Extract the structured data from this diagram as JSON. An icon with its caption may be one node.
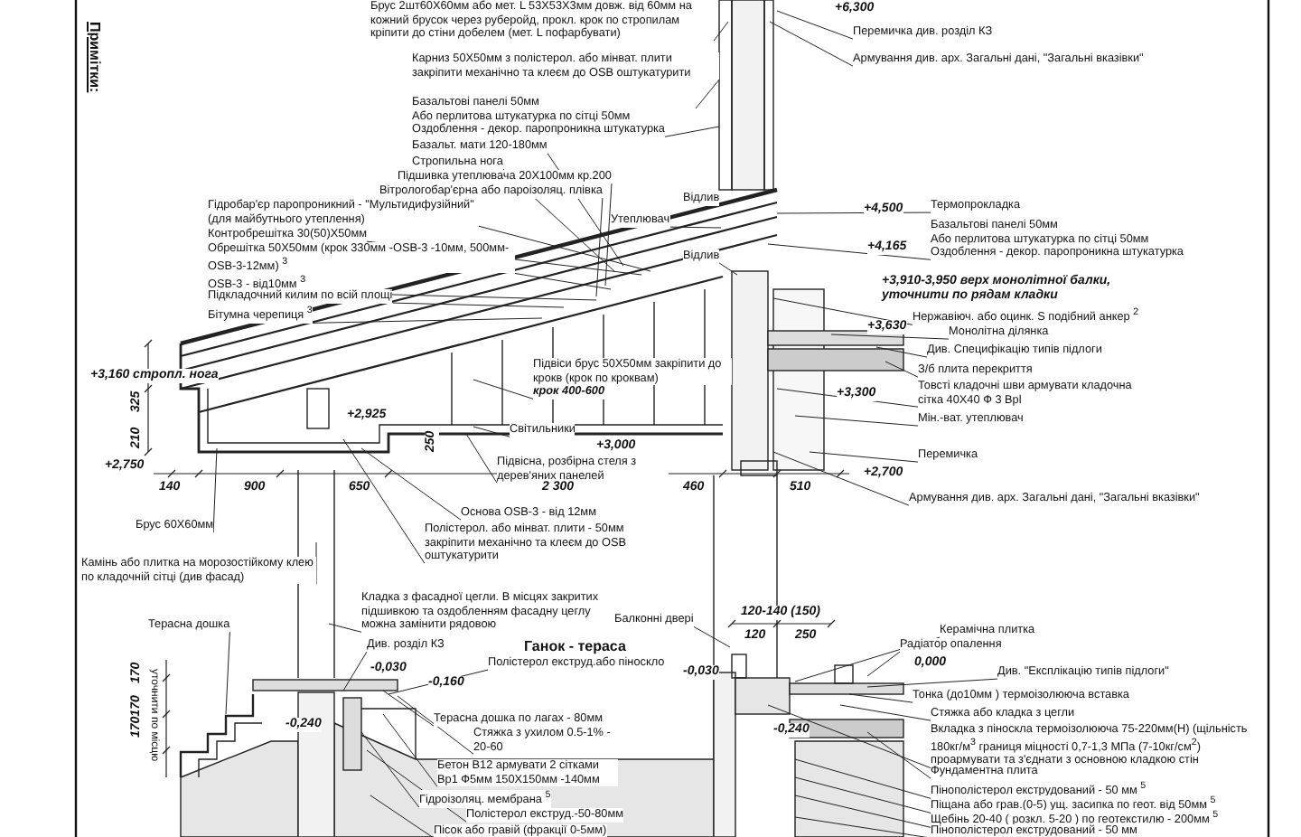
{
  "diagram": {
    "nodes": [
      {
        "text": [
          "Брус 2шт60Х60мм або мет. L 53Х53Х3мм довж. від 60мм на кожний брусок через руберойд, прокл. крок по стропилам кріпити до стіни добелем (мет. L пофарбувати)"
        ]
      },
      {
        "text": [
          "Карниз 50Х50мм з полістерол. або мінват. плити закріпити механічно та клеєм до OSB оштукатурити"
        ]
      },
      {
        "text": [
          "Базальтові панелі 50мм",
          "Або перлитова штукатурка по сітці 50мм",
          "Оздоблення - декор. паропроникна штукатурка"
        ]
      },
      {
        "text": [
          "Базальт. мати 120-180мм"
        ]
      },
      {
        "text": [
          "Стропильна нога"
        ]
      },
      {
        "text": [
          "Підшивка утеплювача 20Х100мм кр.200"
        ]
      },
      {
        "text": [
          "Вітрологобар'єрна або пароізоляц. плівка"
        ]
      },
      {
        "text": [
          "Гідробар'єр паропроникний - \"Мультидифузійний\" (для майбутнього утеплення)"
        ]
      },
      {
        "text": [
          "Контробрешітка 30(50)Х50мм"
        ]
      },
      {
        "text": [
          "Обрешітка 50Х50мм (крок 330мм -OSB-3 -10мм, 500мм-OSB-3-12мм) $^{3}$"
        ]
      },
      {
        "text": [
          "OSB-3 - від10мм $^{3}$"
        ]
      },
      {
        "text": [
          "Підкладочний килим по всій площі"
        ]
      },
      {
        "text": [
          "Бітумна черепиця $^{3}$"
        ]
      },
      {
        "text": [
          "Підвіси брус 50Х50мм закріпити до крокв (крок по кроквам)",
          "крок 400-600"
        ]
      },
      {
        "text": [
          "Світильники"
        ]
      },
      {
        "text": [
          "Підвісна, розбірна стеля з дерев'яних панелей"
        ]
      },
      {
        "text": [
          "Основа OSB-3 - від 12мм"
        ]
      },
      {
        "text": [
          "Полістерол. або мінват. плити - 50мм закріпити механічно та клеєм до OSB оштукатурити"
        ]
      },
      {
        "text": [
          "Брус 60Х60мм"
        ]
      },
      {
        "text": [
          "Перемичка див. розділ КЗ"
        ]
      },
      {
        "text": [
          "Армування див. арх. Загальні дані, \"Загальні вказівки\""
        ]
      },
      {
        "text": [
          "Відлив"
        ]
      },
      {
        "text": [
          "Утеплювач"
        ]
      },
      {
        "text": [
          "Відлив"
        ]
      },
      {
        "text": [
          "Термопрокладка"
        ]
      },
      {
        "text": [
          "Базальтові панелі 50мм",
          "Або перлитова штукатурка по сітці 50мм",
          "Оздоблення - декор. паропроникна штукатурка"
        ]
      },
      {
        "text": [
          "Нержавіюч. або оцинк. S подібний анкер $^{2}$"
        ]
      },
      {
        "text": [
          "Монолітна ділянка"
        ]
      },
      {
        "text": [
          "Див. Специфікацію типів підлоги"
        ]
      },
      {
        "text": [
          "З/б плита перекриття"
        ]
      },
      {
        "text": [
          "Товсті кладочні шви армувати кладочна сітка 40Х40 Ф 3 Врl"
        ]
      },
      {
        "text": [
          "Мін.-ват. утеплювач"
        ]
      },
      {
        "text": [
          "Перемичка"
        ]
      },
      {
        "text": [
          "Армування див. арх. Загальні дані, \"Загальні вказівки\""
        ]
      },
      {
        "text": [
          "Камінь або плитка на морозостійкому клею по кладочній сітці (див фасад)"
        ]
      },
      {
        "text": [
          "Кладка з фасадної цегли. В місцях закритих підшивкою та оздобленням фасадну цеглу можна замінити рядовою"
        ]
      },
      {
        "text": [
          "Терасна дошка"
        ]
      },
      {
        "text": [
          "Див. розділ КЗ"
        ]
      },
      {
        "text": [
          "Полістерол екструд.або піноскло"
        ]
      },
      {
        "text": [
          "Балконні двері"
        ]
      },
      {
        "text": [
          "Терасна дошка по лагах - 80мм"
        ]
      },
      {
        "text": [
          "Стяжка з ухилом 0.5-1% - 20-60"
        ]
      },
      {
        "text": [
          "Бетон В12 армувати 2 сітками Вр1 Ф5мм 150Х150мм -140мм"
        ]
      },
      {
        "text": [
          "Гідроізоляц. мембрана $^{5}$"
        ]
      },
      {
        "text": [
          "Полістерол екструд.-50-80мм"
        ]
      },
      {
        "text": [
          "Пісок або гравій (фракції 0-5мм)"
        ]
      },
      {
        "text": [
          "Керамічна плитка"
        ]
      },
      {
        "text": [
          "Радіатор опалення"
        ]
      },
      {
        "text": [
          "Див. \"Експлікацію типів підлоги\""
        ]
      },
      {
        "text": [
          "Тонка (до10мм ) термоізолююча вставка"
        ]
      },
      {
        "text": [
          "Стяжка або кладка з цегли"
        ]
      },
      {
        "text": [
          "Вкладка з піноскла термоізолююча 75-220мм(Н) (щільність 180кг/м$^{3}$ границя міцності 0,7-1,3 МПа (7-10кг/см$^{2}$) проармувати та з'єднати з основною кладкою стін"
        ]
      },
      {
        "text": [
          "Фундаментна плита"
        ]
      },
      {
        "text": [
          "Пінополістерол екструдований - 50 мм $^{5}$"
        ]
      },
      {
        "text": [
          "Піщана або грав.(0-5) ущ. засипка по геот. від 50мм $^{5}$"
        ]
      },
      {
        "text": [
          "Щебінь 20-40 ( розкл. 5-20 ) по геотекстилю - 200мм $^{5}$"
        ]
      },
      {
        "text": [
          "Пінополістерол екструдований - 50 мм"
        ]
      }
    ],
    "edges": [
      {
        "from": 0,
        "to": null,
        "arrow": "none"
      },
      {
        "from": 1,
        "to": null,
        "arrow": "none"
      },
      {
        "from": 2,
        "to": null,
        "arrow": "none"
      },
      {
        "from": 3,
        "to": null,
        "arrow": "none"
      },
      {
        "from": 4,
        "to": null,
        "arrow": "none"
      },
      {
        "from": 5,
        "to": null,
        "arrow": "none"
      },
      {
        "from": 6,
        "to": null,
        "arrow": "none"
      },
      {
        "from": 7,
        "to": null,
        "arrow": "none"
      },
      {
        "from": 8,
        "to": null,
        "arrow": "none"
      },
      {
        "from": 9,
        "to": null,
        "arrow": "none"
      },
      {
        "from": 10,
        "to": null,
        "arrow": "none"
      },
      {
        "from": 11,
        "to": null,
        "arrow": "none"
      },
      {
        "from": 12,
        "to": null,
        "arrow": "none"
      },
      {
        "from": 13,
        "to": null,
        "arrow": "none"
      },
      {
        "from": 14,
        "to": null,
        "arrow": "none"
      },
      {
        "from": 15,
        "to": null,
        "arrow": "none"
      },
      {
        "from": 16,
        "to": null,
        "arrow": "none"
      },
      {
        "from": 17,
        "to": null,
        "arrow": "none"
      },
      {
        "from": 18,
        "to": null,
        "arrow": "none"
      },
      {
        "from": 19,
        "to": null,
        "arrow": "none"
      },
      {
        "from": 20,
        "to": null,
        "arrow": "none"
      },
      {
        "from": 21,
        "to": null,
        "arrow": "none"
      },
      {
        "from": 22,
        "to": null,
        "arrow": "none"
      },
      {
        "from": 23,
        "to": null,
        "arrow": "none"
      },
      {
        "from": 24,
        "to": null,
        "arrow": "none"
      },
      {
        "from": 25,
        "to": null,
        "arrow": "none"
      },
      {
        "from": 26,
        "to": null,
        "arrow": "none"
      },
      {
        "from": 27,
        "to": null,
        "arrow": "none"
      },
      {
        "from": 28,
        "to": null,
        "arrow": "none"
      },
      {
        "from": 29,
        "to": null,
        "arrow": "none"
      },
      {
        "from": 30,
        "to": null,
        "arrow": "none"
      },
      {
        "from": 31,
        "to": null,
        "arrow": "none"
      },
      {
        "from": 32,
        "to": null,
        "arrow": "none"
      },
      {
        "from": 33,
        "to": null,
        "arrow": "none"
      },
      {
        "from": 34,
        "to": null,
        "arrow": "none"
      },
      {
        "from": 35,
        "to": null,
        "arrow": "none"
      },
      {
        "from": 36,
        "to": null,
        "arrow": "none"
      },
      {
        "from": 37,
        "to": null,
        "arrow": "none"
      },
      {
        "from": 38,
        "to": null,
        "arrow": "none"
      },
      {
        "from": 39,
        "to": null,
        "arrow": "none"
      },
      {
        "from": 40,
        "to": null,
        "arrow": "none"
      },
      {
        "from": 41,
        "to": null,
        "arrow": "none"
      },
      {
        "from": 42,
        "to": null,
        "arrow": "none"
      },
      {
        "from": 43,
        "to": null,
        "arrow": "none"
      },
      {
        "from": 44,
        "to": null,
        "arrow": "none"
      },
      {
        "from": 45,
        "to": null,
        "arrow": "none"
      },
      {
        "from": 46,
        "to": null,
        "arrow": "none"
      },
      {
        "from": 47,
        "to": null,
        "arrow": "none"
      },
      {
        "from": 48,
        "to": null,
        "arrow": "none"
      },
      {
        "from": 49,
        "to": null,
        "arrow": "none"
      },
      {
        "from": 50,
        "to": null,
        "arrow": "none"
      },
      {
        "from": 51,
        "to": null,
        "arrow": "none"
      },
      {
        "from": 52,
        "to": null,
        "arrow": "none"
      },
      {
        "from": 53,
        "to": null,
        "arrow": "none"
      },
      {
        "from": 54,
        "to": null,
        "arrow": "none"
      },
      {
        "from": 55,
        "to": null,
        "arrow": "none"
      },
      {
        "from": 56,
        "to": null,
        "arrow": "none"
      }
    ],
    "labels": [
      "Примітки:",
      "+6,300",
      "+4,500",
      "+4,165",
      "+3,910-3,950 верх монолітної балки, уточнити по рядам кладки",
      "+3,630",
      "+3,300",
      "+2,700",
      "+3,160 стропл. нога",
      "+2,925",
      "+3,000",
      "+2,750",
      "325",
      "210",
      "250",
      "140",
      "900",
      "650",
      "2 300",
      "460",
      "510",
      "Ганок - тераса",
      "-0,030",
      "-0,160",
      "-0,240",
      "170",
      "170170",
      "уточнити по місцю",
      "120-140 (150)",
      "120",
      "250",
      "-0,030",
      "0,000",
      "-0,240"
    ]
  }
}
